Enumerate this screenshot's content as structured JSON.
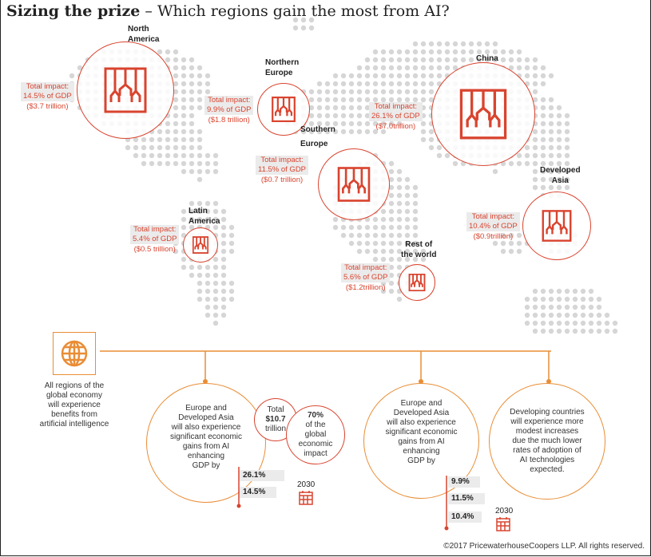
{
  "title": {
    "bold": "Sizing the prize",
    "rest": " – Which regions gain the most from AI?"
  },
  "regions": {
    "north_america": {
      "name_line1": "North",
      "name_line2": "America",
      "impact_label": "Total impact:",
      "gdp": "14.5% of GDP",
      "value": "($3.7 trillion)"
    },
    "northern_europe": {
      "name_line1": "Northern",
      "name_line2": "Europe",
      "impact_label": "Total impact:",
      "gdp": "9.9% of GDP",
      "value": "($1.8 trillion)"
    },
    "china": {
      "name_line1": "China",
      "impact_label": "Total impact:",
      "gdp": "26.1% of GDP",
      "value": "($7.0trillion)"
    },
    "southern_europe": {
      "name_line1": "Southern",
      "name_line2": "Europe",
      "impact_label": "Total impact:",
      "gdp": "11.5% of GDP",
      "value": "($0.7 trillion)"
    },
    "developed_asia": {
      "name_line1": "Developed",
      "name_line2": "Asia",
      "impact_label": "Total impact:",
      "gdp": "10.4% of GDP",
      "value": "($0.9trillion)"
    },
    "latin_america": {
      "name_line1": "Latin",
      "name_line2": "America",
      "impact_label": "Total impact:",
      "gdp": "5.4% of GDP",
      "value": "($0.5 trillion)"
    },
    "rest_of_world": {
      "name_line1": "Rest of",
      "name_line2": "the world",
      "impact_label": "Total impact:",
      "gdp": "5.6% of GDP",
      "value": "($1.2trillion)"
    }
  },
  "lower": {
    "intro": [
      "All regions of the",
      "global economy",
      "will experience",
      "benefits from",
      "artificial intelligence"
    ],
    "bubble1": [
      "Europe and",
      "Developed Asia",
      "will also experience",
      "significant economic",
      "gains from AI",
      "enhancing",
      "GDP by"
    ],
    "total": {
      "l1": "Total",
      "l2": "$10.7",
      "l3": "trillion"
    },
    "share": {
      "l1": "70%",
      "l2": "of the",
      "l3": "global",
      "l4": "economic",
      "l5": "impact"
    },
    "bars1": [
      "26.1%",
      "14.5%"
    ],
    "year1": "2030",
    "bubble2": [
      "Europe and",
      "Developed Asia",
      "will also experience",
      "significant economic",
      "gains from AI",
      "enhancing",
      "GDP by"
    ],
    "bars2": [
      "9.9%",
      "11.5%",
      "10.4%"
    ],
    "year2": "2030",
    "bubble3": [
      "Developing countries",
      "will experience more",
      "modest increases",
      "due the much lower",
      "rates of adoption of",
      "AI technologies",
      "expected."
    ]
  },
  "copyright": "©2017 PricewaterhouseCoopers LLP. All rights reserved.",
  "colors": {
    "accent_red": "#d9442f",
    "accent_orange": "#e98d35",
    "dot_gray": "#d6d6d6"
  },
  "icons": {
    "region": "circuit-icon",
    "global": "globe-icon",
    "calendar": "calendar-icon"
  }
}
